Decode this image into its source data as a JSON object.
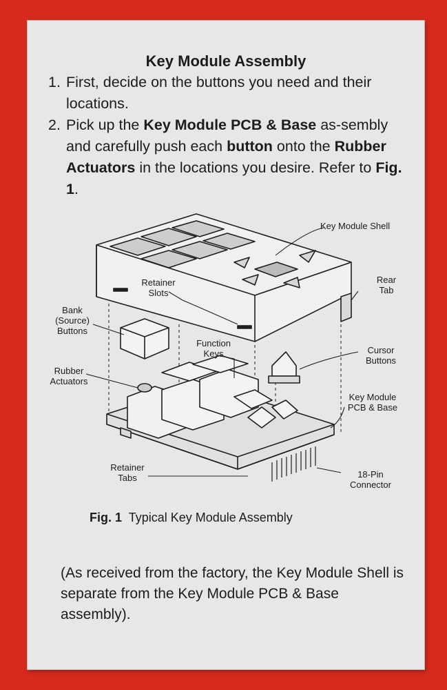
{
  "heading": "Key Module Assembly",
  "steps": [
    {
      "number": "1.",
      "text": "First, decide on the buttons you need and their locations."
    },
    {
      "number": "2.",
      "parts": [
        "Pick up the ",
        "Key Module PCB & Base",
        " as-sembly and carefully push each ",
        "button",
        " onto the ",
        "Rubber Actuators",
        " in the locations you desire.  Refer to ",
        "Fig. 1",
        "."
      ]
    }
  ],
  "figure": {
    "labels": {
      "key_module_shell": "Key Module Shell",
      "rear_tab": "Rear Tab",
      "retainer_slots": "Retainer Slots",
      "bank_buttons": "Bank (Source) Buttons",
      "function_keys": "Function Keys",
      "cursor_buttons": "Cursor Buttons",
      "rubber_actuators": "Rubber Actuators",
      "pcb_base": "Key Module PCB & Base",
      "retainer_tabs": "Retainer Tabs",
      "connector": "18-Pin Connector"
    },
    "caption_prefix": "Fig. 1",
    "caption_text": "Typical Key Module Assembly"
  },
  "note": "(As received from the factory, the Key Module Shell is separate from the Key Module PCB & Base assembly).",
  "colors": {
    "background": "#d62a1e",
    "card": "#e9e6e6",
    "ink": "#1c1c1c"
  }
}
